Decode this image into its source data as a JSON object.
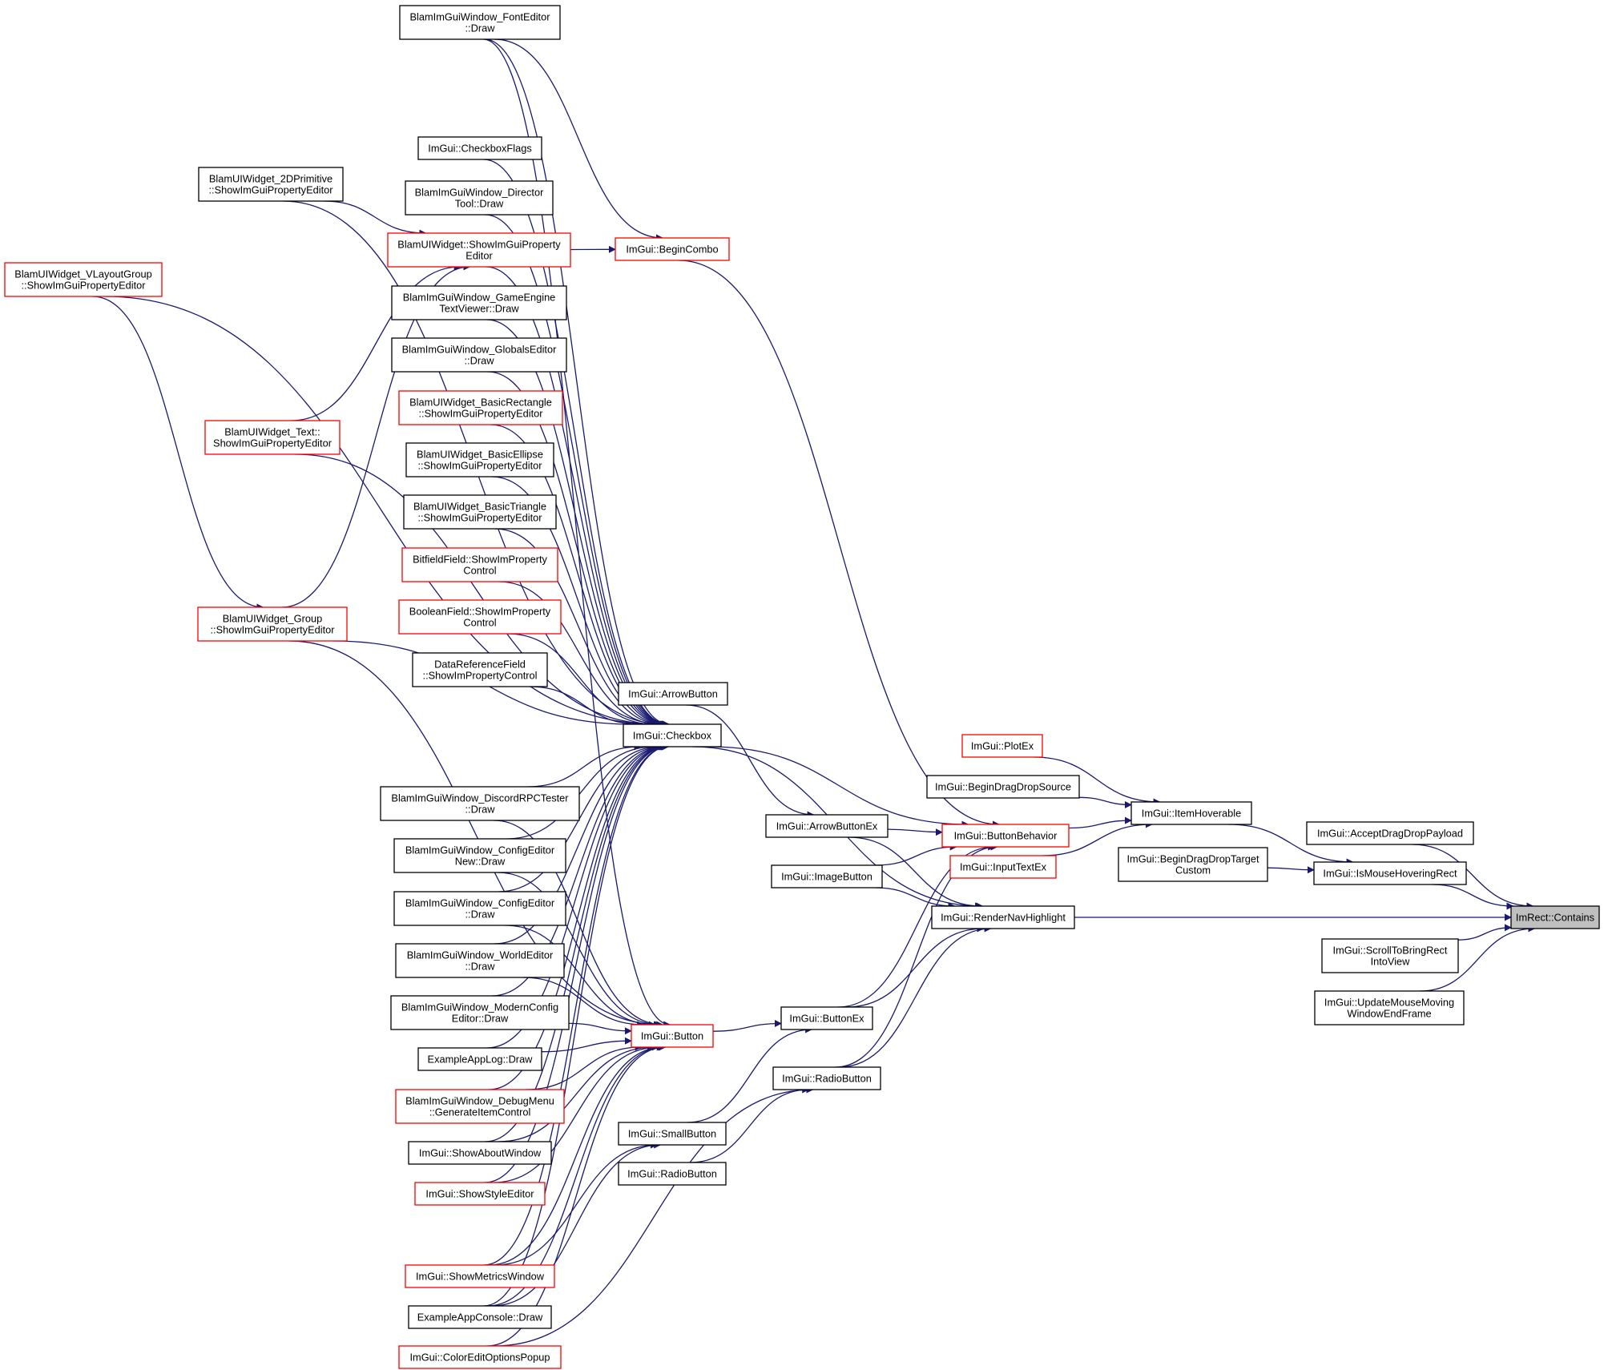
{
  "root_label": "ImRect::Contains",
  "colors": {
    "edge": "#191970",
    "border_black": "#000000",
    "border_red": "#ff0000",
    "root_fill": "#bfbfbf"
  },
  "nodes": [
    {
      "id": "root",
      "lines": [
        "ImRect::Contains"
      ],
      "border": "root"
    },
    {
      "id": "acceptdd",
      "lines": [
        "ImGui::AcceptDragDropPayload"
      ],
      "border": "black"
    },
    {
      "id": "ismousehover",
      "lines": [
        "ImGui::IsMouseHoveringRect"
      ],
      "border": "black"
    },
    {
      "id": "scrolltobring",
      "lines": [
        "ImGui::ScrollToBringRect",
        "IntoView"
      ],
      "border": "black"
    },
    {
      "id": "updatemouse",
      "lines": [
        "ImGui::UpdateMouseMoving",
        "WindowEndFrame"
      ],
      "border": "black"
    },
    {
      "id": "itemhoverable",
      "lines": [
        "ImGui::ItemHoverable"
      ],
      "border": "black"
    },
    {
      "id": "begindragdroptarget",
      "lines": [
        "ImGui::BeginDragDropTarget",
        "Custom"
      ],
      "border": "black"
    },
    {
      "id": "rendernav",
      "lines": [
        "ImGui::RenderNavHighlight"
      ],
      "border": "black"
    },
    {
      "id": "plotex",
      "lines": [
        "ImGui::PlotEx"
      ],
      "border": "red"
    },
    {
      "id": "begindragdropsource",
      "lines": [
        "ImGui::BeginDragDropSource"
      ],
      "border": "black"
    },
    {
      "id": "buttonbehavior",
      "lines": [
        "ImGui::ButtonBehavior"
      ],
      "border": "red"
    },
    {
      "id": "inputtextex",
      "lines": [
        "ImGui::InputTextEx"
      ],
      "border": "red"
    },
    {
      "id": "arrowbuttonex",
      "lines": [
        "ImGui::ArrowButtonEx"
      ],
      "border": "black"
    },
    {
      "id": "imagebutton",
      "lines": [
        "ImGui::ImageButton"
      ],
      "border": "black"
    },
    {
      "id": "buttonex",
      "lines": [
        "ImGui::ButtonEx"
      ],
      "border": "black"
    },
    {
      "id": "radiobutton1",
      "lines": [
        "ImGui::RadioButton"
      ],
      "border": "black"
    },
    {
      "id": "arrowbutton",
      "lines": [
        "ImGui::ArrowButton"
      ],
      "border": "black"
    },
    {
      "id": "checkbox",
      "lines": [
        "ImGui::Checkbox"
      ],
      "border": "black"
    },
    {
      "id": "begincombo",
      "lines": [
        "ImGui::BeginCombo"
      ],
      "border": "red"
    },
    {
      "id": "button",
      "lines": [
        "ImGui::Button"
      ],
      "border": "red"
    },
    {
      "id": "smallbutton",
      "lines": [
        "ImGui::SmallButton"
      ],
      "border": "black"
    },
    {
      "id": "radiobutton2",
      "lines": [
        "ImGui::RadioButton"
      ],
      "border": "black"
    },
    {
      "id": "fonteditor",
      "lines": [
        "BlamImGuiWindow_FontEditor",
        "::Draw"
      ],
      "border": "black"
    },
    {
      "id": "checkboxflags",
      "lines": [
        "ImGui::CheckboxFlags"
      ],
      "border": "black"
    },
    {
      "id": "directortool",
      "lines": [
        "BlamImGuiWindow_Director",
        "Tool::Draw"
      ],
      "border": "black"
    },
    {
      "id": "uiwidgetspe",
      "lines": [
        "BlamUIWidget::ShowImGuiProperty",
        "Editor"
      ],
      "border": "red"
    },
    {
      "id": "gameengine",
      "lines": [
        "BlamImGuiWindow_GameEngine",
        "TextViewer::Draw"
      ],
      "border": "black"
    },
    {
      "id": "globalseditor",
      "lines": [
        "BlamImGuiWindow_GlobalsEditor",
        "::Draw"
      ],
      "border": "black"
    },
    {
      "id": "basicrect",
      "lines": [
        "BlamUIWidget_BasicRectangle",
        "::ShowImGuiPropertyEditor"
      ],
      "border": "red"
    },
    {
      "id": "basicellipse",
      "lines": [
        "BlamUIWidget_BasicEllipse",
        "::ShowImGuiPropertyEditor"
      ],
      "border": "black"
    },
    {
      "id": "basictriangle",
      "lines": [
        "BlamUIWidget_BasicTriangle",
        "::ShowImGuiPropertyEditor"
      ],
      "border": "black"
    },
    {
      "id": "bitfieldfield",
      "lines": [
        "BitfieldField::ShowImProperty",
        "Control"
      ],
      "border": "red"
    },
    {
      "id": "booleanfield",
      "lines": [
        "BooleanField::ShowImProperty",
        "Control"
      ],
      "border": "red"
    },
    {
      "id": "datareffield",
      "lines": [
        "DataReferenceField",
        "::ShowImPropertyControl"
      ],
      "border": "black"
    },
    {
      "id": "discordrpc",
      "lines": [
        "BlamImGuiWindow_DiscordRPCTester",
        "::Draw"
      ],
      "border": "black"
    },
    {
      "id": "configeditornew",
      "lines": [
        "BlamImGuiWindow_ConfigEditor",
        "New::Draw"
      ],
      "border": "black"
    },
    {
      "id": "configeditor",
      "lines": [
        "BlamImGuiWindow_ConfigEditor",
        "::Draw"
      ],
      "border": "black"
    },
    {
      "id": "worldeditor",
      "lines": [
        "BlamImGuiWindow_WorldEditor",
        "::Draw"
      ],
      "border": "black"
    },
    {
      "id": "modernconfig",
      "lines": [
        "BlamImGuiWindow_ModernConfig",
        "Editor::Draw"
      ],
      "border": "black"
    },
    {
      "id": "exampleapplog",
      "lines": [
        "ExampleAppLog::Draw"
      ],
      "border": "black"
    },
    {
      "id": "debugmenu",
      "lines": [
        "BlamImGuiWindow_DebugMenu",
        "::GenerateItemControl"
      ],
      "border": "red"
    },
    {
      "id": "showabout",
      "lines": [
        "ImGui::ShowAboutWindow"
      ],
      "border": "black"
    },
    {
      "id": "showstyle",
      "lines": [
        "ImGui::ShowStyleEditor"
      ],
      "border": "red"
    },
    {
      "id": "showmetrics",
      "lines": [
        "ImGui::ShowMetricsWindow"
      ],
      "border": "red"
    },
    {
      "id": "exampleappconsole",
      "lines": [
        "ExampleAppConsole::Draw"
      ],
      "border": "black"
    },
    {
      "id": "coloreditoptions",
      "lines": [
        "ImGui::ColorEditOptionsPopup"
      ],
      "border": "red"
    },
    {
      "id": "twodprim",
      "lines": [
        "BlamUIWidget_2DPrimitive",
        "::ShowImGuiPropertyEditor"
      ],
      "border": "black"
    },
    {
      "id": "vlayoutgroup",
      "lines": [
        "BlamUIWidget_VLayoutGroup",
        "::ShowImGuiPropertyEditor"
      ],
      "border": "red"
    },
    {
      "id": "uiwidgettext",
      "lines": [
        "BlamUIWidget_Text::",
        "ShowImGuiPropertyEditor"
      ],
      "border": "red"
    },
    {
      "id": "uiwidgetgroup",
      "lines": [
        "BlamUIWidget_Group",
        "::ShowImGuiPropertyEditor"
      ],
      "border": "red"
    }
  ],
  "edges": [
    [
      "acceptdd",
      "root"
    ],
    [
      "ismousehover",
      "root"
    ],
    [
      "rendernav",
      "root"
    ],
    [
      "scrolltobring",
      "root"
    ],
    [
      "updatemouse",
      "root"
    ],
    [
      "begindragdroptarget",
      "ismousehover"
    ],
    [
      "itemhoverable",
      "ismousehover"
    ],
    [
      "plotex",
      "itemhoverable"
    ],
    [
      "begindragdropsource",
      "itemhoverable"
    ],
    [
      "buttonbehavior",
      "itemhoverable"
    ],
    [
      "inputtextex",
      "itemhoverable"
    ],
    [
      "arrowbuttonex",
      "buttonbehavior"
    ],
    [
      "checkbox",
      "buttonbehavior"
    ],
    [
      "begincombo",
      "buttonbehavior"
    ],
    [
      "imagebutton",
      "buttonbehavior"
    ],
    [
      "buttonex",
      "buttonbehavior"
    ],
    [
      "radiobutton1",
      "buttonbehavior"
    ],
    [
      "checkbox",
      "rendernav"
    ],
    [
      "arrowbuttonex",
      "rendernav"
    ],
    [
      "imagebutton",
      "rendernav"
    ],
    [
      "buttonex",
      "rendernav"
    ],
    [
      "radiobutton1",
      "rendernav"
    ],
    [
      "arrowbutton",
      "arrowbuttonex"
    ],
    [
      "button",
      "buttonex"
    ],
    [
      "smallbutton",
      "buttonex"
    ],
    [
      "radiobutton2",
      "radiobutton1"
    ],
    [
      "coloreditoptions",
      "radiobutton1"
    ],
    [
      "fonteditor",
      "begincombo"
    ],
    [
      "uiwidgetspe",
      "begincombo"
    ],
    [
      "fonteditor",
      "checkbox"
    ],
    [
      "checkboxflags",
      "checkbox"
    ],
    [
      "directortool",
      "checkbox"
    ],
    [
      "uiwidgetspe",
      "checkbox"
    ],
    [
      "gameengine",
      "checkbox"
    ],
    [
      "globalseditor",
      "checkbox"
    ],
    [
      "basicrect",
      "checkbox"
    ],
    [
      "basicellipse",
      "checkbox"
    ],
    [
      "basictriangle",
      "checkbox"
    ],
    [
      "bitfieldfield",
      "checkbox"
    ],
    [
      "booleanfield",
      "checkbox"
    ],
    [
      "datareffield",
      "checkbox"
    ],
    [
      "discordrpc",
      "checkbox"
    ],
    [
      "configeditornew",
      "checkbox"
    ],
    [
      "configeditor",
      "checkbox"
    ],
    [
      "worldeditor",
      "checkbox"
    ],
    [
      "modernconfig",
      "checkbox"
    ],
    [
      "exampleapplog",
      "checkbox"
    ],
    [
      "debugmenu",
      "checkbox"
    ],
    [
      "showabout",
      "checkbox"
    ],
    [
      "showstyle",
      "checkbox"
    ],
    [
      "showmetrics",
      "checkbox"
    ],
    [
      "exampleappconsole",
      "checkbox"
    ],
    [
      "uiwidgettext",
      "checkbox"
    ],
    [
      "uiwidgetgroup",
      "checkbox"
    ],
    [
      "vlayoutgroup",
      "checkbox"
    ],
    [
      "twodprim",
      "checkbox"
    ],
    [
      "fonteditor",
      "button"
    ],
    [
      "discordrpc",
      "button"
    ],
    [
      "configeditornew",
      "button"
    ],
    [
      "configeditor",
      "button"
    ],
    [
      "worldeditor",
      "button"
    ],
    [
      "modernconfig",
      "button"
    ],
    [
      "exampleapplog",
      "button"
    ],
    [
      "debugmenu",
      "button"
    ],
    [
      "showabout",
      "button"
    ],
    [
      "showstyle",
      "button"
    ],
    [
      "showmetrics",
      "button"
    ],
    [
      "exampleappconsole",
      "button"
    ],
    [
      "coloreditoptions",
      "button"
    ],
    [
      "uiwidgetgroup",
      "button"
    ],
    [
      "showmetrics",
      "smallbutton"
    ],
    [
      "exampleappconsole",
      "smallbutton"
    ],
    [
      "twodprim",
      "uiwidgetspe"
    ],
    [
      "uiwidgettext",
      "uiwidgetspe"
    ],
    [
      "uiwidgetgroup",
      "uiwidgetspe"
    ],
    [
      "vlayoutgroup",
      "uiwidgetgroup"
    ]
  ]
}
